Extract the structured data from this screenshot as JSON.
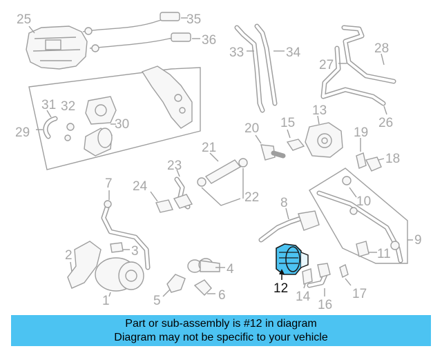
{
  "diagram": {
    "callouts": [
      "1",
      "2",
      "3",
      "4",
      "5",
      "6",
      "7",
      "8",
      "9",
      "10",
      "11",
      "12",
      "13",
      "14",
      "15",
      "16",
      "17",
      "18",
      "19",
      "20",
      "21",
      "22",
      "23",
      "24",
      "25",
      "26",
      "27",
      "28",
      "29",
      "30",
      "31",
      "32",
      "33",
      "34",
      "35",
      "36"
    ],
    "highlighted_part": "12",
    "highlight_color": "#4cc3f2"
  },
  "banner": {
    "line1": "Part or sub-assembly is #12 in diagram",
    "line2": "Diagram may not be specific to your vehicle",
    "background": "#4cc3f2"
  }
}
